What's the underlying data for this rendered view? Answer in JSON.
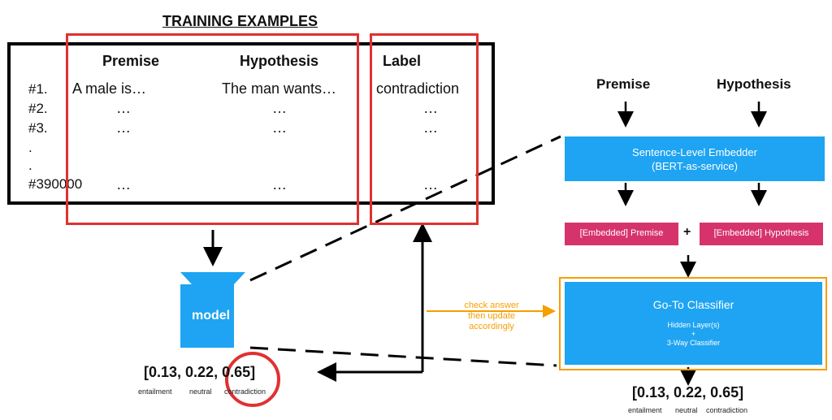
{
  "title": "TRAINING EXAMPLES",
  "table": {
    "headers": {
      "premise": "Premise",
      "hypothesis": "Hypothesis",
      "label": "Label"
    },
    "rows": [
      {
        "num": "#1.",
        "premise": "A male is…",
        "hypothesis": "The man wants…",
        "label": "contradiction"
      },
      {
        "num": "#2.",
        "premise": "…",
        "hypothesis": "…",
        "label": "…"
      },
      {
        "num": "#3.",
        "premise": "…",
        "hypothesis": "…",
        "label": "…"
      },
      {
        "num": "."
      },
      {
        "num": "."
      },
      {
        "num": "#390000",
        "premise": "…",
        "hypothesis": "…",
        "label": "…"
      }
    ]
  },
  "model": {
    "label": "model"
  },
  "left_output": {
    "probs": "[0.13, 0.22, 0.65]",
    "labels": {
      "entailment": "entailment",
      "neutral": "neutral",
      "contradiction": "contradiction"
    }
  },
  "check_answer": {
    "line1": "check answer",
    "line2": "then update",
    "line3": "accordingly"
  },
  "right": {
    "premise": "Premise",
    "hypothesis": "Hypothesis",
    "embedder": {
      "line1": "Sentence-Level Embedder",
      "line2": "(BERT-as-service)"
    },
    "embedded_premise": "[Embedded] Premise",
    "plus": "+",
    "embedded_hypothesis": "[Embedded] Hypothesis",
    "classifier": {
      "title": "Go-To Classifier",
      "line1": "Hidden Layer(s)",
      "line2": "+",
      "line3": "3-Way Classifier"
    },
    "probs": "[0.13, 0.22, 0.65]",
    "labels": {
      "entailment": "entailment",
      "neutral": "neutral",
      "contradiction": "contradiction"
    }
  },
  "colors": {
    "blue": "#1ea4f2",
    "red": "#e03131",
    "pink": "#d6336c",
    "orange": "#f59f00"
  }
}
